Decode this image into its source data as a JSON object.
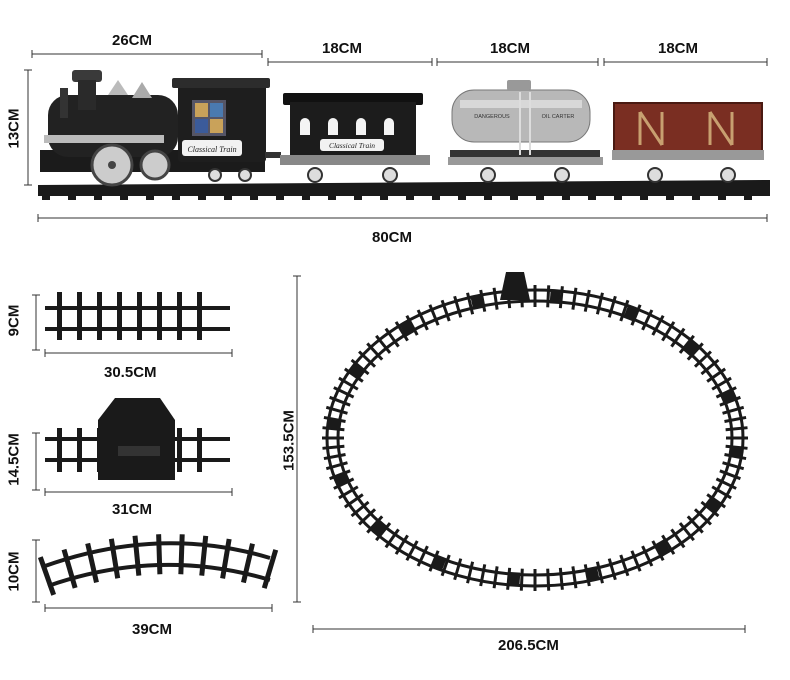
{
  "train": {
    "locomotive_length": "26CM",
    "car_lengths": [
      "18CM",
      "18CM",
      "18CM"
    ],
    "height": "13CM",
    "total_length": "80CM",
    "locomotive_plate": "Classical Train",
    "passenger_car_plate": "Classical Train",
    "tank_car_labels": [
      "DANGEROUS",
      "OIL CARTER"
    ]
  },
  "track_pieces": {
    "straight": {
      "width": "30.5CM",
      "height": "9CM"
    },
    "station": {
      "width": "31CM",
      "height": "14.5CM"
    },
    "curved": {
      "width": "39CM",
      "height": "10CM"
    }
  },
  "layout": {
    "width": "206.5CM",
    "height": "153.5CM"
  },
  "colors": {
    "track": "#1a1a1a",
    "boxcar": "#7a2e22",
    "tank": "#b8b8b8",
    "dimension_line": "#333333"
  }
}
